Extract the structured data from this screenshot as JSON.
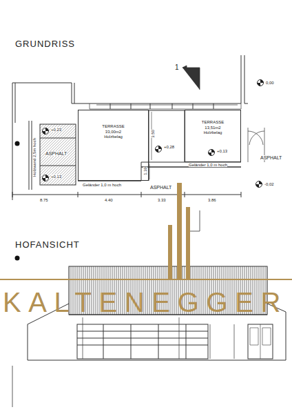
{
  "diagram": {
    "title": "GRUNDRISS",
    "nodes": [
      {
        "text": [
          "TERRASSE 33,00m2 Holzbelag"
        ]
      },
      {
        "text": [
          "TERRASSE 13,51m2 Holzbelag"
        ]
      }
    ],
    "labels": [
      "HOFANSICHT",
      "Holzwand 2,5m hoch",
      "+0,23",
      "ASPHALT",
      "+0,13",
      "Geländer 1,0 m hoch",
      "+0,28",
      "1.39",
      "3.50",
      "Geländer 1,0 m hoch",
      "+0,13",
      "ASPHALT",
      "0,00",
      "ASPHALT",
      "-0,02",
      "8.75",
      "4.40",
      "3.33",
      "3.86",
      "1",
      "KALTENEGGER"
    ]
  }
}
